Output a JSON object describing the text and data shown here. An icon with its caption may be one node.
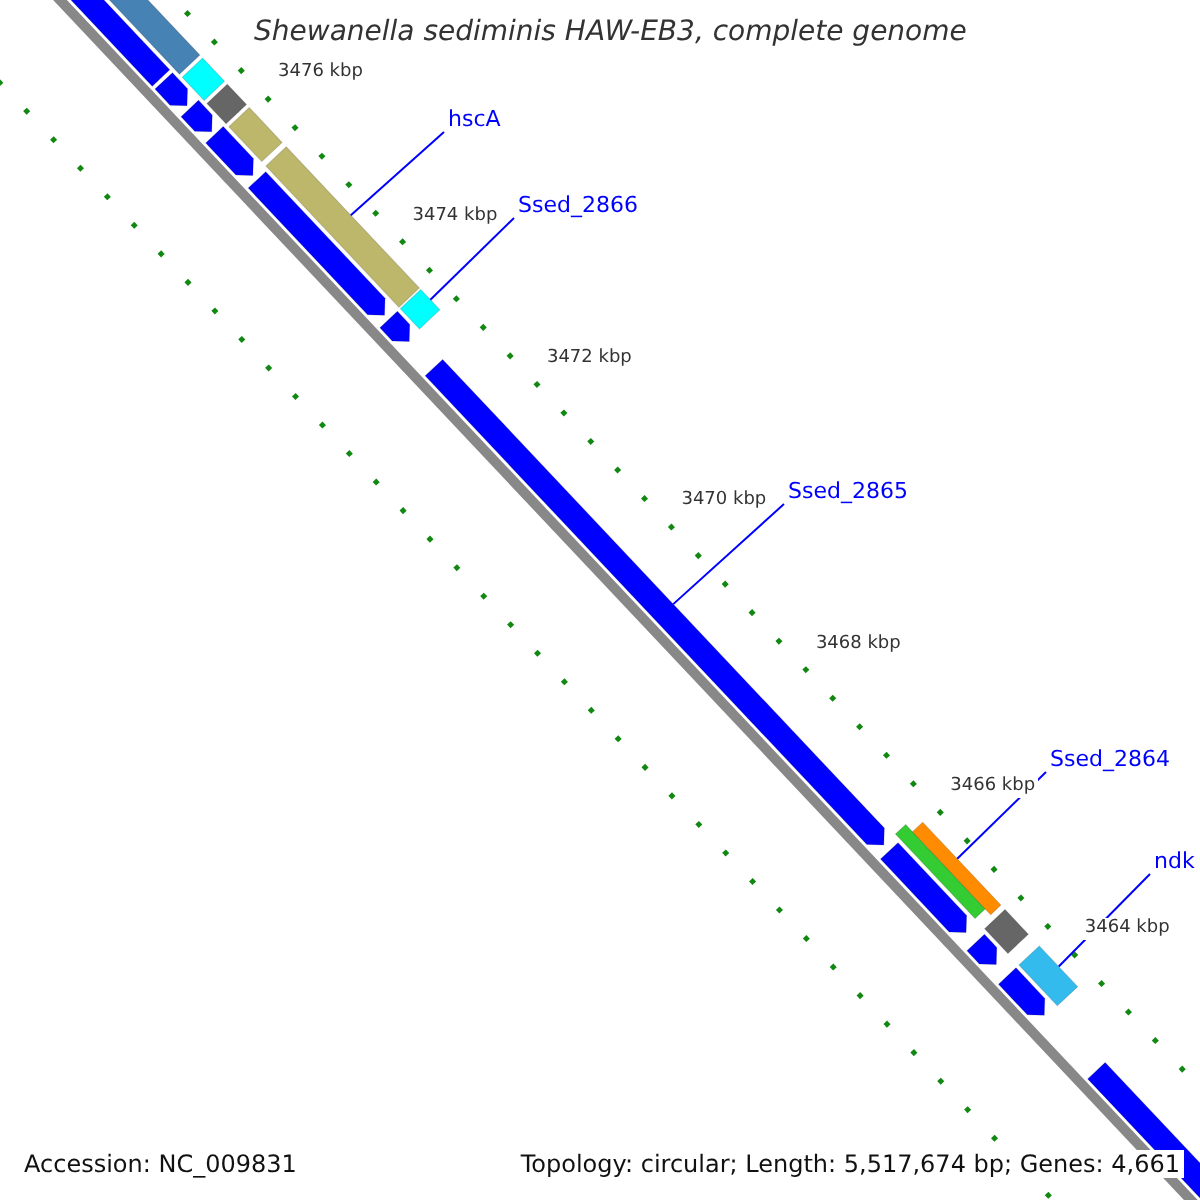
{
  "diagram": {
    "title": "Shewanella sediminis HAW-EB3, complete genome",
    "nodes": [
      {
        "text": [
          "hscA"
        ]
      },
      {
        "text": [
          "Ssed_2866"
        ]
      },
      {
        "text": [
          "Ssed_2865"
        ]
      },
      {
        "text": [
          "Ssed_2864"
        ]
      },
      {
        "text": [
          "ndk"
        ]
      },
      {
        "text": [],
        "shape": "bar"
      },
      {
        "text": [],
        "shape": "bar"
      },
      {
        "text": [],
        "shape": "bar"
      },
      {
        "text": [],
        "shape": "arrow"
      },
      {
        "text": [],
        "shape": "arrow"
      },
      {
        "text": [],
        "shape": "bar"
      },
      {
        "text": [],
        "shape": "arrow"
      },
      {
        "text": [],
        "shape": "bar"
      },
      {
        "text": [],
        "shape": "arrow"
      },
      {
        "text": [],
        "shape": "bar"
      },
      {
        "text": [],
        "shape": "arrow"
      },
      {
        "text": [],
        "shape": "bar"
      },
      {
        "text": [],
        "shape": "arrow"
      },
      {
        "text": [],
        "shape": "bar"
      },
      {
        "text": [],
        "shape": "bar"
      },
      {
        "text": [],
        "shape": "arrow"
      },
      {
        "text": [],
        "shape": "bar"
      },
      {
        "text": [],
        "shape": "arrow"
      },
      {
        "text": [],
        "shape": "arrow"
      },
      {
        "text": [],
        "shape": "bar"
      },
      {
        "text": [],
        "shape": "bar"
      }
    ],
    "edges": [
      {
        "from": 0,
        "to": 14,
        "arrow": "none"
      },
      {
        "from": 1,
        "to": 16,
        "arrow": "none"
      },
      {
        "from": 2,
        "to": 17,
        "arrow": "none"
      },
      {
        "from": 3,
        "to": 19,
        "arrow": "none"
      },
      {
        "from": 4,
        "to": 24,
        "arrow": "none"
      }
    ],
    "labels": [
      "3476 kbp",
      "3474 kbp",
      "3472 kbp",
      "3470 kbp",
      "3468 kbp",
      "3466 kbp",
      "3464 kbp",
      "Accession: NC_009831",
      "Topology: circular; Length: 5,517,674 bp; Genes: 4,661"
    ]
  }
}
